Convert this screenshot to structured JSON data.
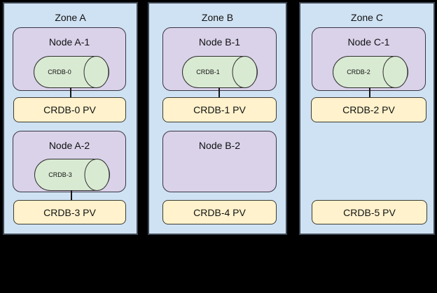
{
  "diagram": {
    "description": "Three-zone CockroachDB cluster layout with nodes, CRDB pods and persistent volumes",
    "colors": {
      "background": "#000000",
      "zone_fill": "#cfe2f3",
      "zone_border": "#3e4754",
      "node_fill": "#d9d2e9",
      "pod_fill": "#d9ead3",
      "pv_fill": "#fff2cc",
      "text": "#111111"
    }
  },
  "zones": [
    {
      "label": "Zone A",
      "nodes": [
        {
          "label": "Node A-1",
          "pod_label": "CRDB-0"
        },
        {
          "label": "Node A-2",
          "pod_label": "CRDB-3"
        }
      ],
      "pvs": [
        {
          "label": "CRDB-0 PV"
        },
        {
          "label": "CRDB-3 PV"
        }
      ]
    },
    {
      "label": "Zone B",
      "nodes": [
        {
          "label": "Node B-1",
          "pod_label": "CRDB-1"
        },
        {
          "label": "Node B-2"
        }
      ],
      "pvs": [
        {
          "label": "CRDB-1 PV"
        },
        {
          "label": "CRDB-4 PV"
        }
      ]
    },
    {
      "label": "Zone C",
      "nodes": [
        {
          "label": "Node C-1",
          "pod_label": "CRDB-2"
        }
      ],
      "pvs": [
        {
          "label": "CRDB-2 PV"
        },
        {
          "label": "CRDB-5 PV"
        }
      ]
    }
  ]
}
